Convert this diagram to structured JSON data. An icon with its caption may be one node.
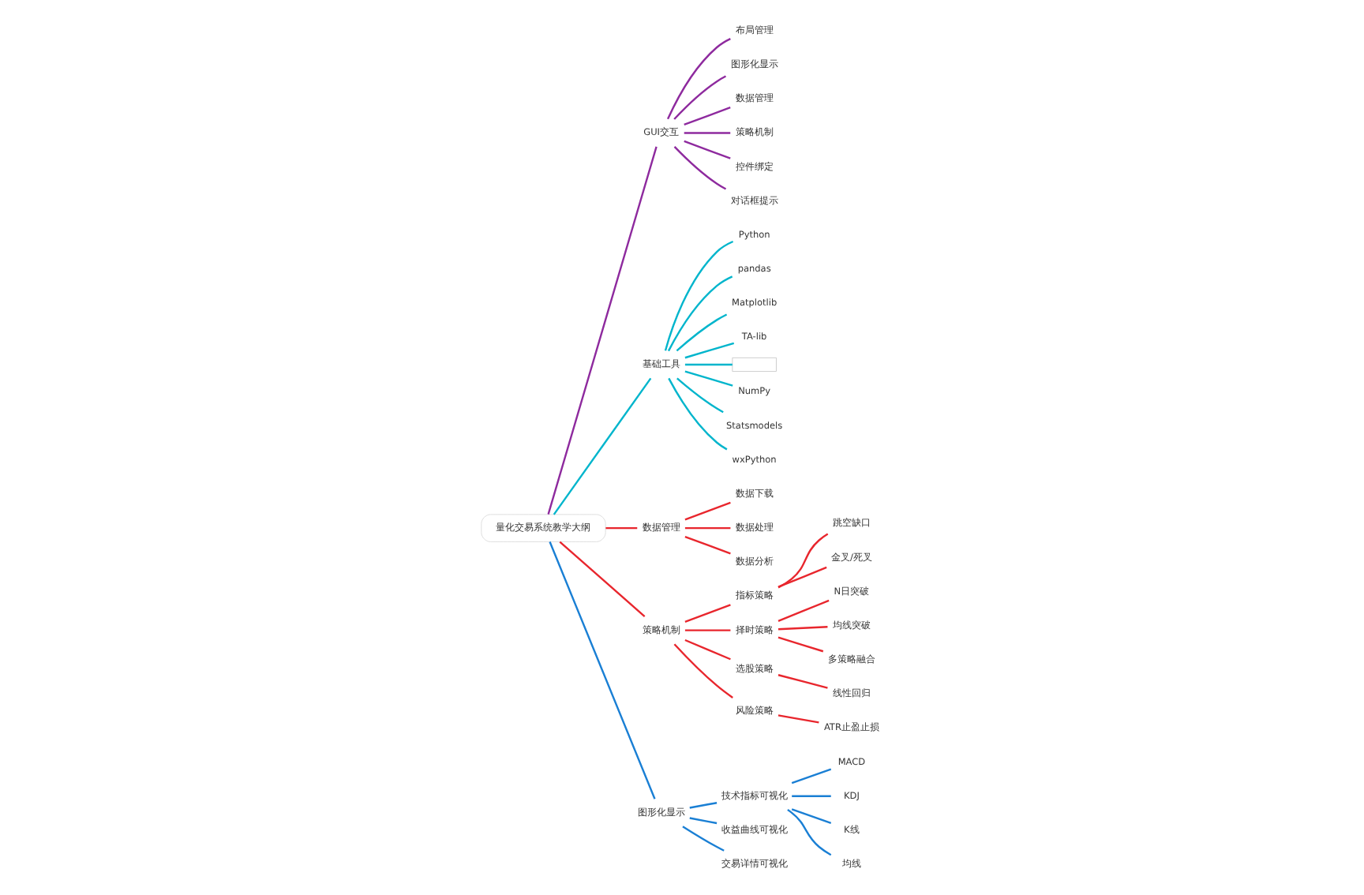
{
  "diagram": {
    "nodes": [
      {
        "text": [
          "量化交易系统教学大纲"
        ]
      },
      {
        "text": [
          "GUI交互"
        ]
      },
      {
        "text": [
          "布局管理"
        ]
      },
      {
        "text": [
          "图形化显示"
        ]
      },
      {
        "text": [
          "数据管理"
        ]
      },
      {
        "text": [
          "策略机制"
        ]
      },
      {
        "text": [
          "控件绑定"
        ]
      },
      {
        "text": [
          "对话框提示"
        ]
      },
      {
        "text": [
          "基础工具"
        ]
      },
      {
        "text": [
          "Python"
        ]
      },
      {
        "text": [
          "pandas"
        ]
      },
      {
        "text": [
          "Matplotlib"
        ]
      },
      {
        "text": [
          "TA-lib"
        ]
      },
      {
        "text": [],
        "shape": "box"
      },
      {
        "text": [
          "NumPy"
        ]
      },
      {
        "text": [
          "Statsmodels"
        ]
      },
      {
        "text": [
          "wxPython"
        ]
      },
      {
        "text": [
          "数据管理"
        ]
      },
      {
        "text": [
          "数据下载"
        ]
      },
      {
        "text": [
          "数据处理"
        ]
      },
      {
        "text": [
          "数据分析"
        ]
      },
      {
        "text": [
          "策略机制"
        ]
      },
      {
        "text": [
          "指标策略"
        ]
      },
      {
        "text": [
          "跳空缺口"
        ]
      },
      {
        "text": [
          "金叉/死叉"
        ]
      },
      {
        "text": [
          "择时策略"
        ]
      },
      {
        "text": [
          "N日突破"
        ]
      },
      {
        "text": [
          "均线突破"
        ]
      },
      {
        "text": [
          "多策略融合"
        ]
      },
      {
        "text": [
          "选股策略"
        ]
      },
      {
        "text": [
          "线性回归"
        ]
      },
      {
        "text": [
          "风险策略"
        ]
      },
      {
        "text": [
          "ATR止盈止损"
        ]
      },
      {
        "text": [
          "图形化显示"
        ]
      },
      {
        "text": [
          "技术指标可视化"
        ]
      },
      {
        "text": [
          "MACD"
        ]
      },
      {
        "text": [
          "KDJ"
        ]
      },
      {
        "text": [
          "K线"
        ]
      },
      {
        "text": [
          "均线"
        ]
      },
      {
        "text": [
          "收益曲线可视化"
        ]
      },
      {
        "text": [
          "交易详情可视化"
        ]
      }
    ],
    "edges": [
      {
        "from": 0,
        "to": 1,
        "arrow": "none",
        "color": "#8e2a9e"
      },
      {
        "from": 1,
        "to": 2,
        "arrow": "none",
        "color": "#8e2a9e"
      },
      {
        "from": 1,
        "to": 3,
        "arrow": "none",
        "color": "#8e2a9e"
      },
      {
        "from": 1,
        "to": 4,
        "arrow": "none",
        "color": "#8e2a9e"
      },
      {
        "from": 1,
        "to": 5,
        "arrow": "none",
        "color": "#8e2a9e"
      },
      {
        "from": 1,
        "to": 6,
        "arrow": "none",
        "color": "#8e2a9e"
      },
      {
        "from": 1,
        "to": 7,
        "arrow": "none",
        "color": "#8e2a9e"
      },
      {
        "from": 0,
        "to": 8,
        "arrow": "none",
        "color": "#00b5cc"
      },
      {
        "from": 8,
        "to": 9,
        "arrow": "none",
        "color": "#00b5cc"
      },
      {
        "from": 8,
        "to": 10,
        "arrow": "none",
        "color": "#00b5cc"
      },
      {
        "from": 8,
        "to": 11,
        "arrow": "none",
        "color": "#00b5cc"
      },
      {
        "from": 8,
        "to": 12,
        "arrow": "none",
        "color": "#00b5cc"
      },
      {
        "from": 8,
        "to": 13,
        "arrow": "none",
        "color": "#00b5cc"
      },
      {
        "from": 8,
        "to": 14,
        "arrow": "none",
        "color": "#00b5cc"
      },
      {
        "from": 8,
        "to": 15,
        "arrow": "none",
        "color": "#00b5cc"
      },
      {
        "from": 8,
        "to": 16,
        "arrow": "none",
        "color": "#00b5cc"
      },
      {
        "from": 0,
        "to": 17,
        "arrow": "none"
      },
      {
        "from": 17,
        "to": 18,
        "arrow": "none"
      },
      {
        "from": 17,
        "to": 19,
        "arrow": "none"
      },
      {
        "from": 17,
        "to": 20,
        "arrow": "none"
      },
      {
        "from": 0,
        "to": 21,
        "arrow": "none"
      },
      {
        "from": 21,
        "to": 22,
        "arrow": "none"
      },
      {
        "from": 22,
        "to": 23,
        "arrow": "none"
      },
      {
        "from": 22,
        "to": 24,
        "arrow": "none"
      },
      {
        "from": 21,
        "to": 25,
        "arrow": "none"
      },
      {
        "from": 25,
        "to": 26,
        "arrow": "none"
      },
      {
        "from": 25,
        "to": 27,
        "arrow": "none"
      },
      {
        "from": 25,
        "to": 28,
        "arrow": "none"
      },
      {
        "from": 21,
        "to": 29,
        "arrow": "none"
      },
      {
        "from": 29,
        "to": 30,
        "arrow": "none"
      },
      {
        "from": 21,
        "to": 31,
        "arrow": "none"
      },
      {
        "from": 31,
        "to": 32,
        "arrow": "none"
      },
      {
        "from": 0,
        "to": 33,
        "arrow": "none",
        "color": "#1a7fd4"
      },
      {
        "from": 33,
        "to": 34,
        "arrow": "none",
        "color": "#1a7fd4"
      },
      {
        "from": 34,
        "to": 35,
        "arrow": "none",
        "color": "#1a7fd4"
      },
      {
        "from": 34,
        "to": 36,
        "arrow": "none",
        "color": "#1a7fd4"
      },
      {
        "from": 34,
        "to": 37,
        "arrow": "none",
        "color": "#1a7fd4"
      },
      {
        "from": 34,
        "to": 38,
        "arrow": "none",
        "color": "#1a7fd4"
      },
      {
        "from": 33,
        "to": 39,
        "arrow": "none",
        "color": "#1a7fd4"
      },
      {
        "from": 33,
        "to": 40,
        "arrow": "none",
        "color": "#1a7fd4"
      }
    ]
  }
}
